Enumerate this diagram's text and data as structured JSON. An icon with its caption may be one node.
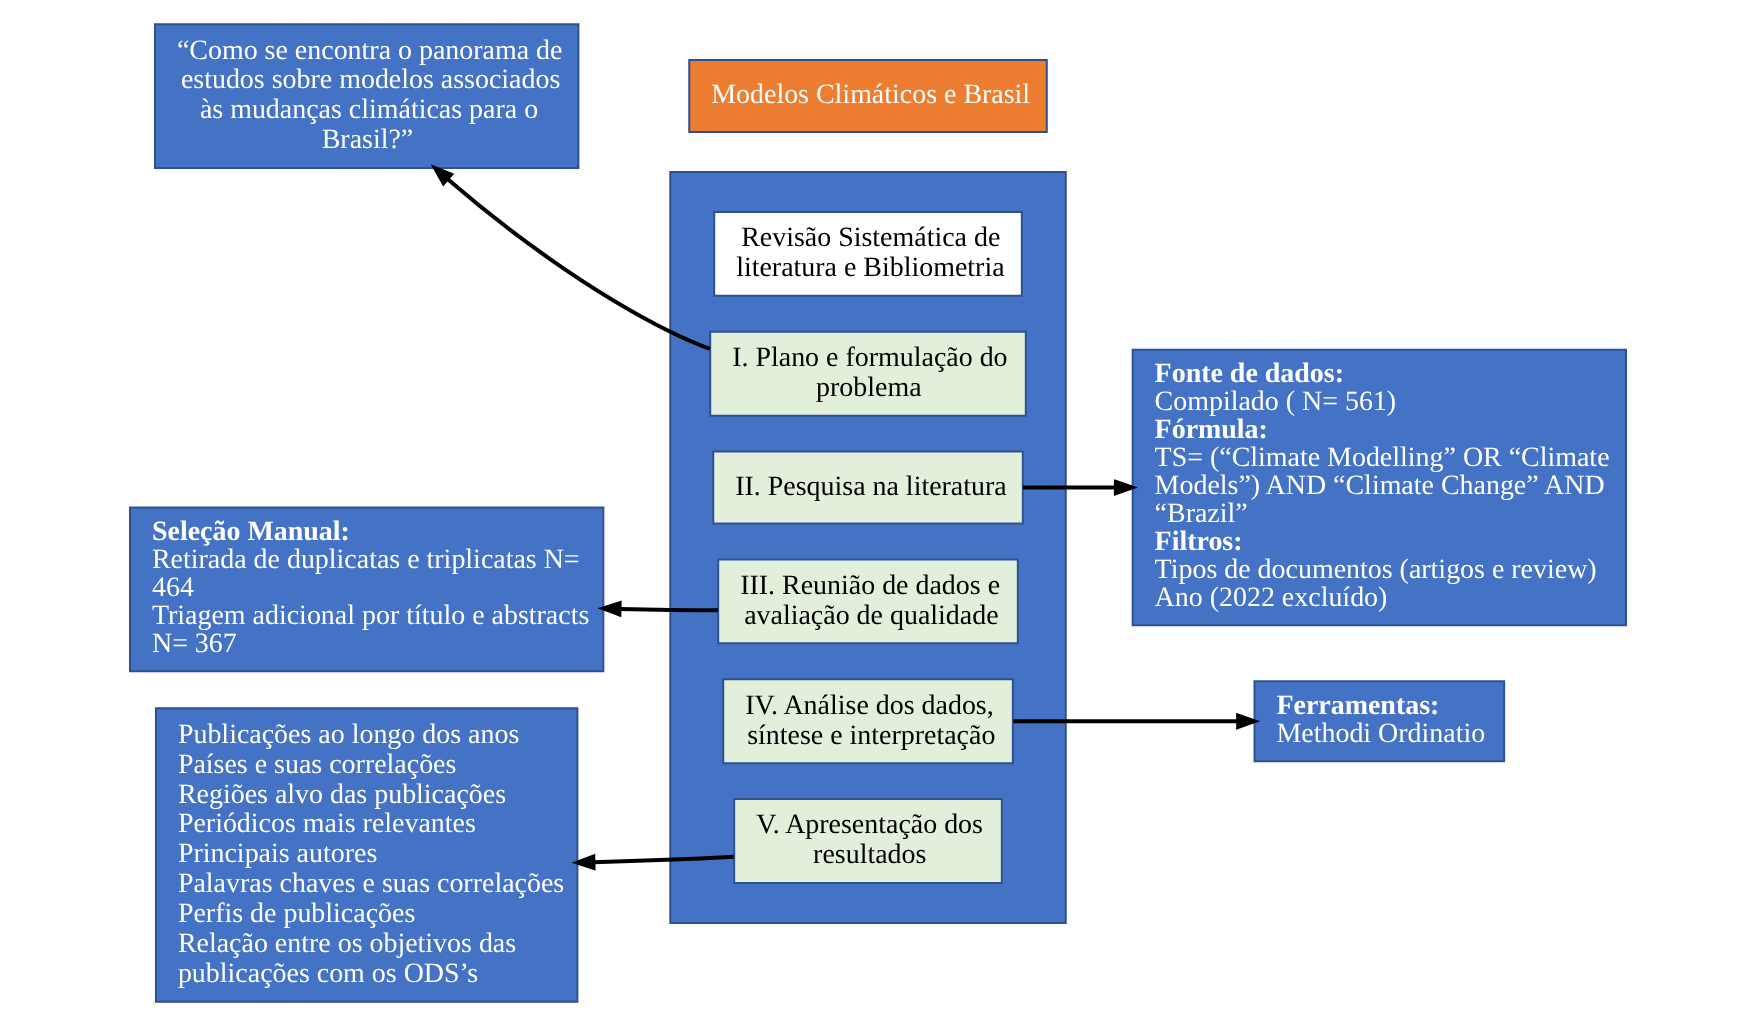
{
  "diagram": {
    "nodes": [
      {
        "text": [
          "Modelos Climáticos e Brasil"
        ]
      },
      {
        "text": [
          "“Como se encontra o panorama de estudos sobre modelos associados às mudanças climáticas para o Brasil?”"
        ]
      },
      {
        "text": [
          "Seleção Manual:",
          "Retirada de duplicatas e triplicatas N= 464",
          "Triagem adicional por título e abstracts N= 367"
        ]
      },
      {
        "text": [
          "Publicações ao longo dos anos",
          "Países e suas correlações",
          "Regiões alvo das publicações",
          "Periódicos mais relevantes",
          "Principais autores",
          "Palavras chaves e suas correlações",
          "Perfis de publicações",
          "Relação entre os objetivos das publicações com os ODS’s"
        ]
      },
      {
        "text": [],
        "shape": "box"
      },
      {
        "text": [
          "Revisão Sistemática de literatura e Bibliometria"
        ],
        "in": 4
      },
      {
        "text": [
          "I. Plano e formulação do problema"
        ],
        "in": 4
      },
      {
        "text": [
          "II. Pesquisa na literatura"
        ],
        "in": 4
      },
      {
        "text": [
          "III. Reunião de dados e avaliação de qualidade"
        ],
        "in": 4
      },
      {
        "text": [
          "IV. Análise dos dados, síntese e interpretação"
        ],
        "in": 4
      },
      {
        "text": [
          "V. Apresentação dos resultados"
        ],
        "in": 4
      },
      {
        "text": [
          "Fonte de dados:",
          "Compilado ( N= 561)",
          "Fórmula:",
          "TS= (“Climate Modelling” OR “Climate Models”) AND “Climate Change” AND “Brazil”",
          "Filtros:",
          "Tipos de documentos (artigos e review)",
          "Ano (2022 excluído)"
        ]
      },
      {
        "text": [
          "Ferramentas:",
          "Methodi Ordinatio"
        ]
      }
    ],
    "edges": [
      {
        "from": 6,
        "to": 1,
        "arrow": "to"
      },
      {
        "from": 8,
        "to": 2,
        "arrow": "to"
      },
      {
        "from": 10,
        "to": 3,
        "arrow": "to"
      },
      {
        "from": 7,
        "to": 11,
        "arrow": "to"
      },
      {
        "from": 9,
        "to": 12,
        "arrow": "to"
      }
    ]
  }
}
